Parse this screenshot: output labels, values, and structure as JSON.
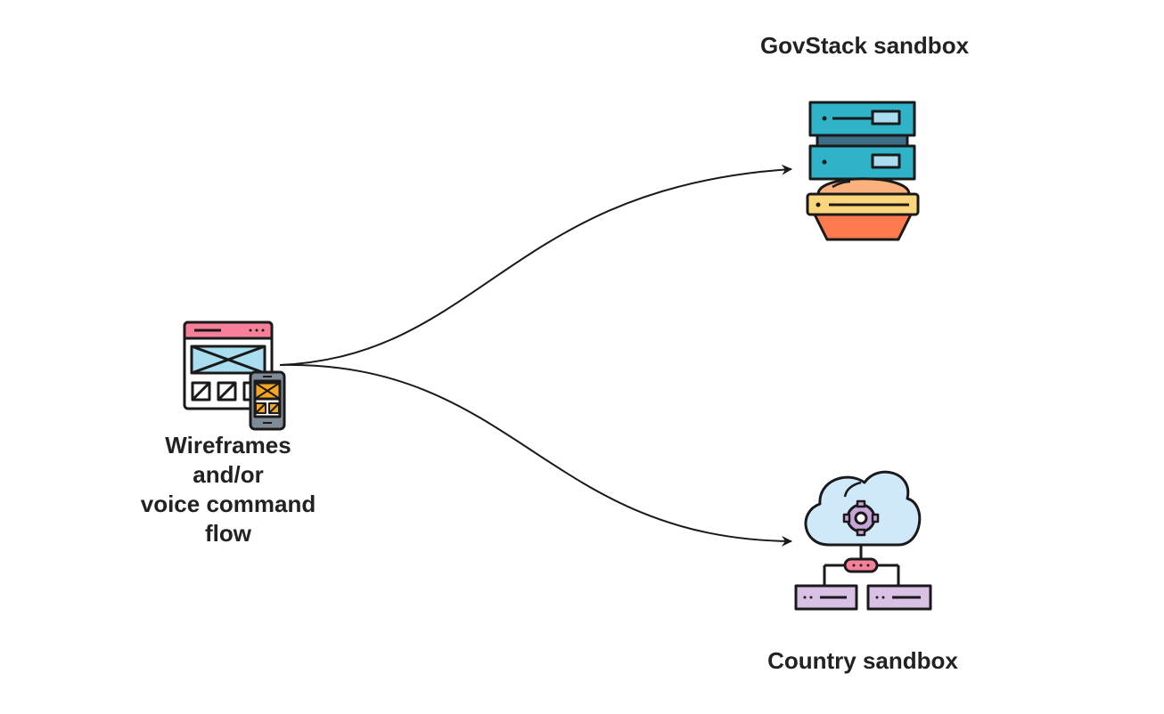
{
  "nodes": {
    "source": {
      "label_lines": [
        "Wireframes",
        "and/or",
        "voice command",
        "flow"
      ],
      "icon": "wireframe-devices-icon"
    },
    "govstack": {
      "label": "GovStack sandbox",
      "icon": "server-rack-cloud-icon"
    },
    "country": {
      "label": "Country sandbox",
      "icon": "cloud-network-gear-icon"
    }
  },
  "edges": [
    {
      "from": "source",
      "to": "govstack"
    },
    {
      "from": "source",
      "to": "country"
    }
  ],
  "colors": {
    "text": "#222222",
    "edge": "#1a1a1a",
    "outline": "#1a1a1a",
    "browser_bar": "#f77f99",
    "wireframe_panel": "#a8def0",
    "mobile_body": "#7f8c98",
    "mobile_screen": "#f6a623",
    "server_teal": "#2fb3c9",
    "server_dark": "#3d6e86",
    "server_light": "#a8def0",
    "dome_peach": "#fbb17d",
    "band_yellow": "#fcd67c",
    "base_orange": "#ff7a4f",
    "cloud_blue": "#cfe9fb",
    "gear_purple": "#c7a5d8",
    "node_lilac": "#d9c0e5"
  }
}
